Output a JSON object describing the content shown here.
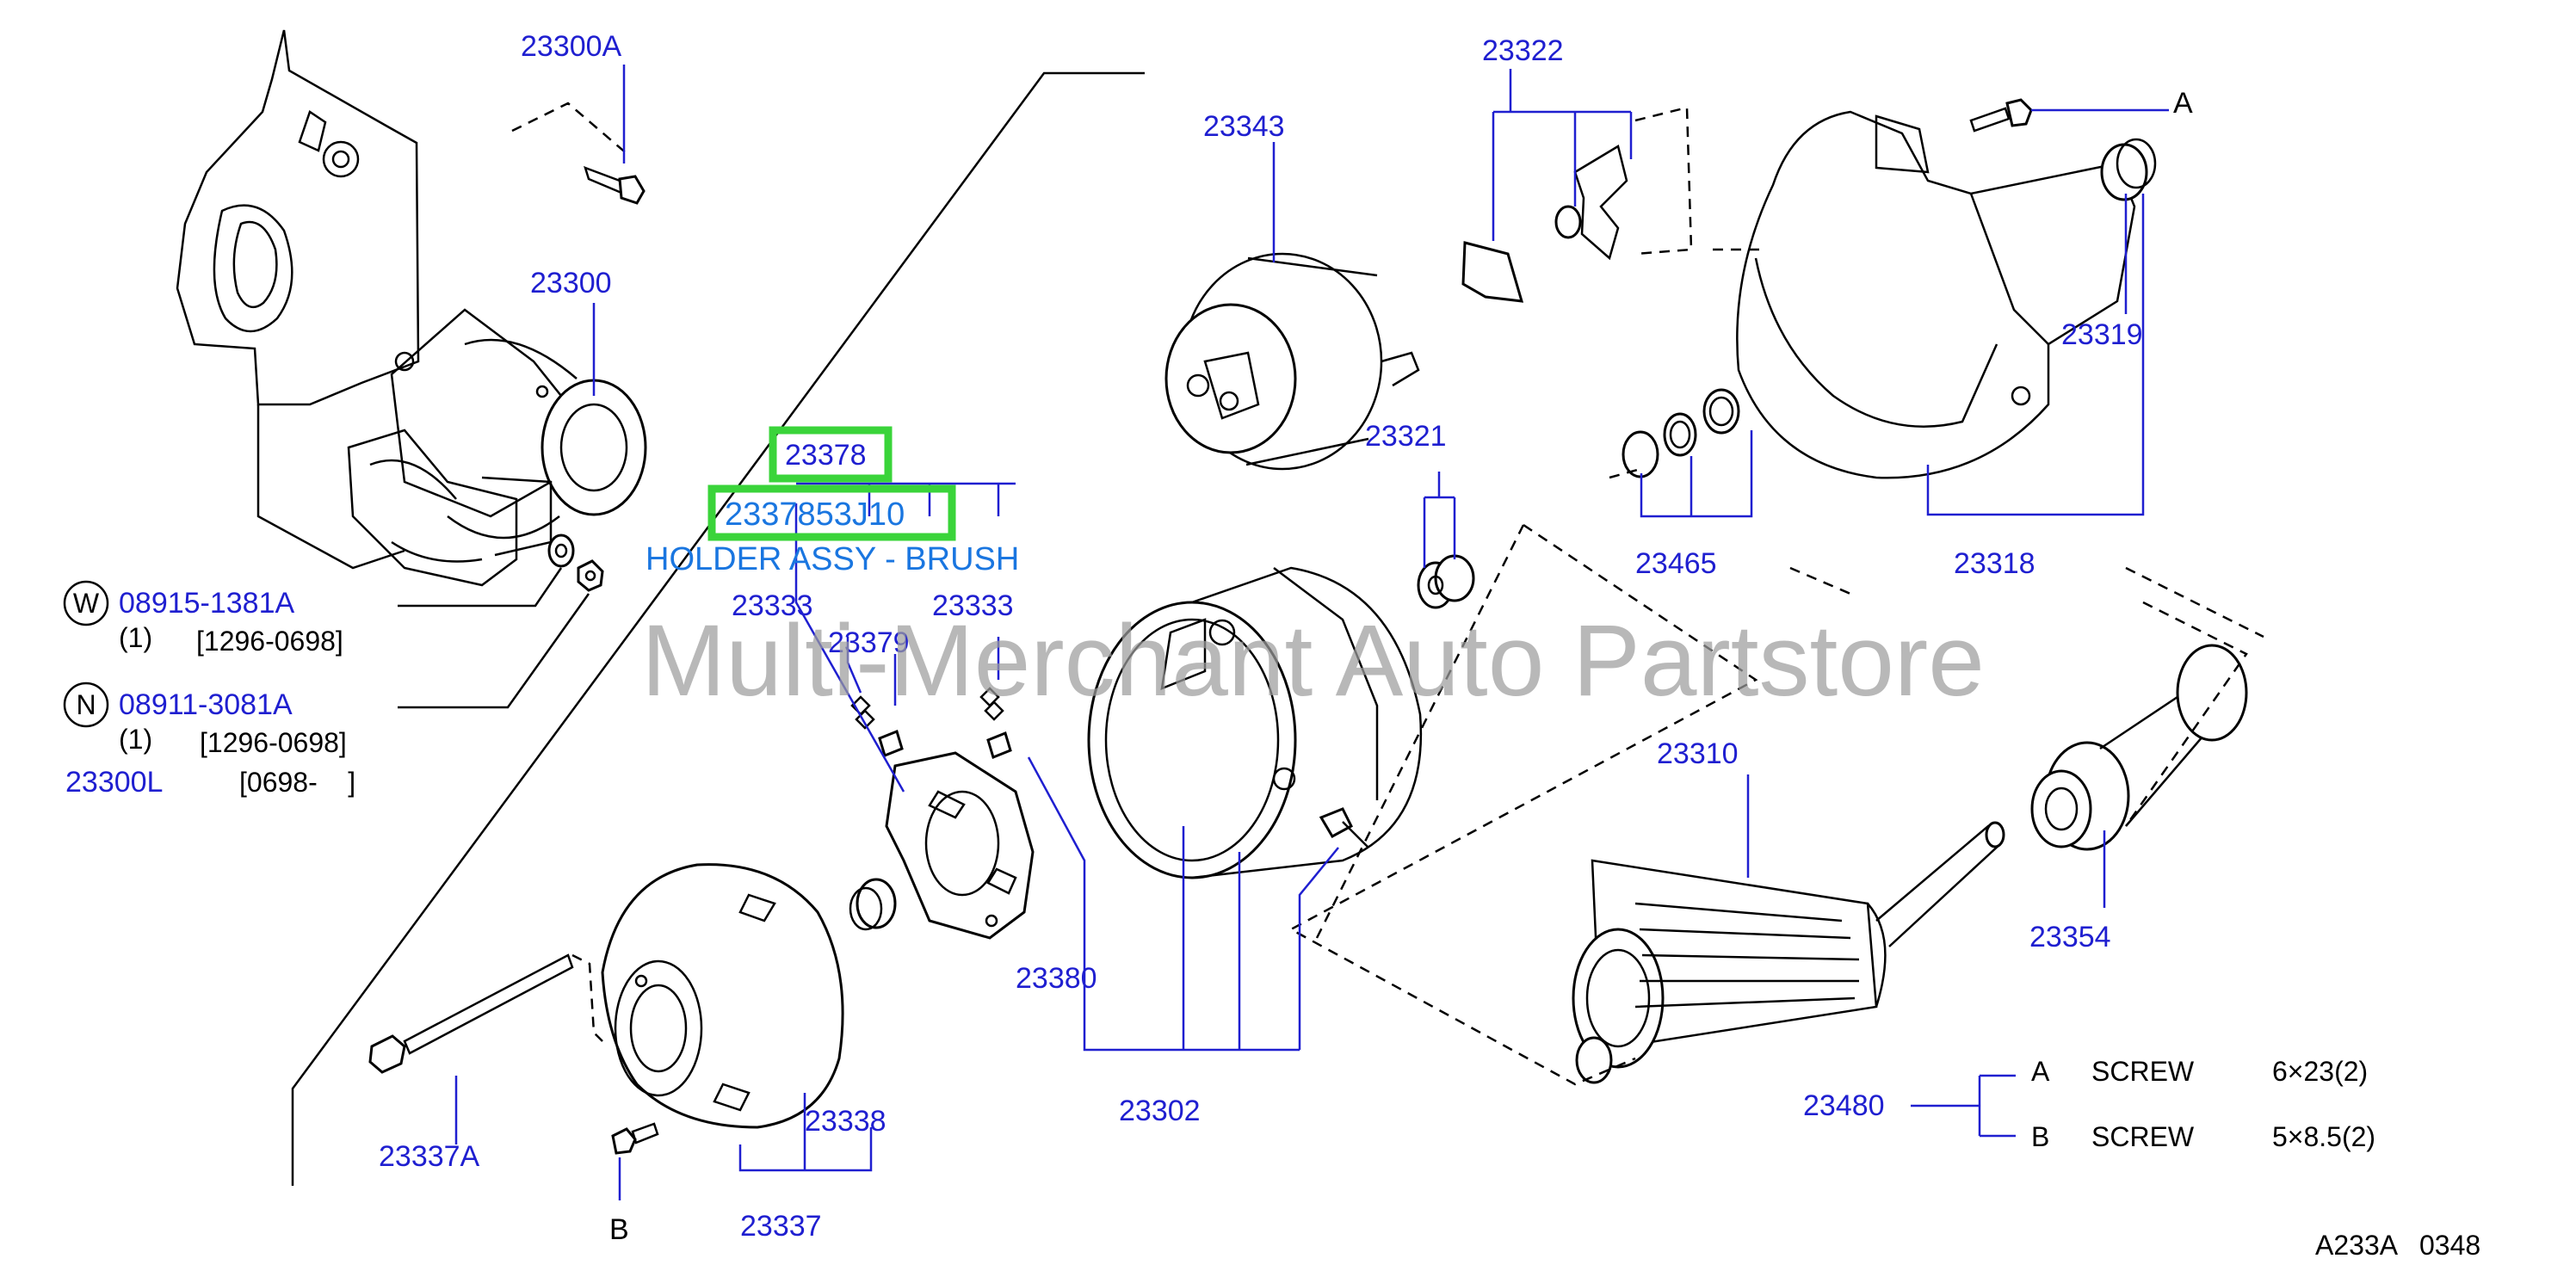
{
  "diagram": {
    "watermark": "Multi-Merchant Auto Partstore",
    "highlight": {
      "ref": "23378",
      "part_number": "2337853J10",
      "description": "HOLDER ASSY - BRUSH",
      "highlight_color": "#3ad43a"
    },
    "callouts": {
      "c23300A": "23300A",
      "c23300": "23300",
      "c23333_left": "23333",
      "c23333_right": "23333",
      "c23379": "23379",
      "c23343": "23343",
      "c23322": "23322",
      "c23321": "23321",
      "c23465": "23465",
      "c23318": "23318",
      "c23319": "23319",
      "c23310": "23310",
      "c23354": "23354",
      "c23380": "23380",
      "c23302": "23302",
      "c23338": "23338",
      "c23337": "23337",
      "c23337A": "23337A",
      "c23480": "23480"
    },
    "letter_refs": {
      "top_right": "A",
      "bottom": "B"
    },
    "fastener_notes": [
      {
        "badge": "W",
        "part_number": "08915-1381A",
        "qty": "(1)",
        "date_range": "[1296-0698]"
      },
      {
        "badge": "N",
        "part_number": "08911-3081A",
        "qty": "(1)",
        "date_range": "[1296-0698]"
      }
    ],
    "alt_note": {
      "part_number": "23300L",
      "date_range": "[0698-    ]"
    },
    "screw_legend": [
      {
        "key": "A",
        "name": "SCREW",
        "size": "6×23(2)"
      },
      {
        "key": "B",
        "name": "SCREW",
        "size": "5×8.5(2)"
      }
    ],
    "figure_code": "A233A   0348",
    "colors": {
      "part_number_blue": "#1f1fd0",
      "highlight_text_blue": "#1a76e0",
      "line_art": "#000000",
      "watermark_gray": "#9c9c9c"
    }
  }
}
